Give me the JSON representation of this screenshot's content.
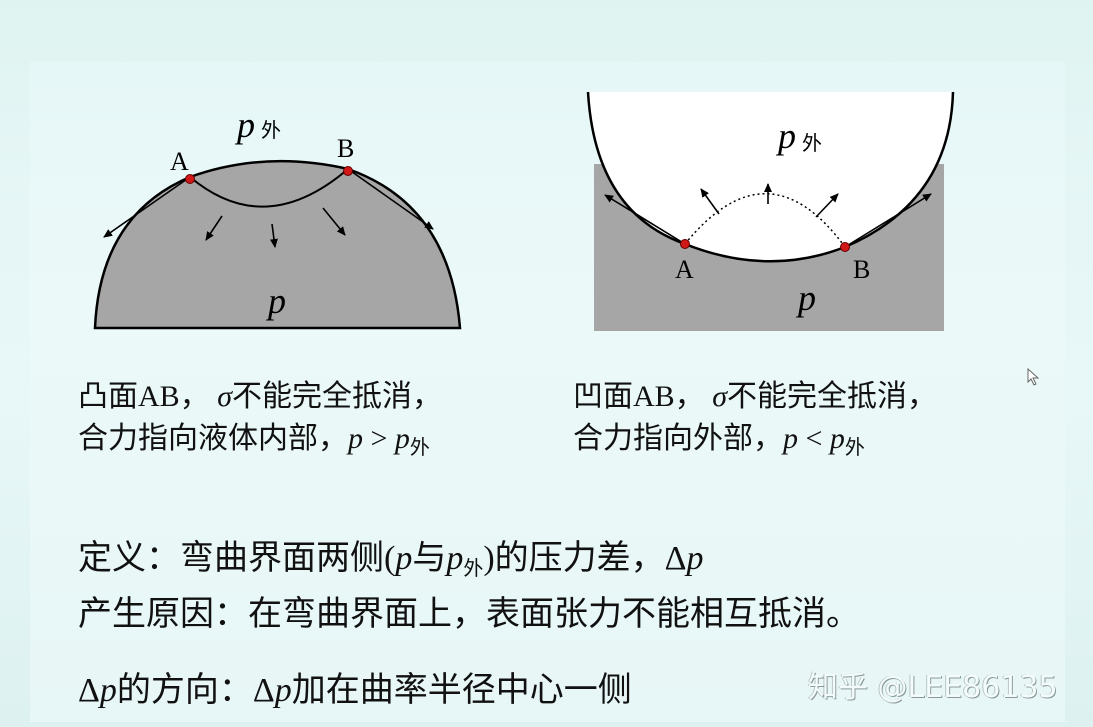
{
  "figures": {
    "convex": {
      "label_p_out": "p",
      "label_p_out_sub": "外",
      "label_A": "A",
      "label_B": "B",
      "label_p": "p",
      "fill_color": "#a6a6a6",
      "point_color": "#d01818"
    },
    "concave": {
      "label_p_out": "p",
      "label_p_out_sub": "外",
      "label_A": "A",
      "label_B": "B",
      "label_p": "p",
      "fill_color": "#a6a6a6",
      "point_color": "#d01818"
    }
  },
  "captions": {
    "left": {
      "line1": "凸面AB，",
      "line1_sigma": "σ",
      "line1_rest": "不能完全抵消，",
      "line2": "合力指向液体内部，",
      "line2_p": "p",
      "line2_op": " > ",
      "line2_pout": "p",
      "line2_pout_sub": "外"
    },
    "right": {
      "line1": "凹面AB，",
      "line1_sigma": "σ",
      "line1_rest": "不能完全抵消，",
      "line2": "合力指向外部，",
      "line2_p": "p",
      "line2_op": " < ",
      "line2_pout": "p",
      "line2_pout_sub": "外"
    }
  },
  "text": {
    "definition_prefix": "定义：弯曲界面两侧(",
    "definition_p": "p",
    "definition_and": "与",
    "definition_pout": "p",
    "definition_pout_sub": "外",
    "definition_suffix": ")的压力差，",
    "definition_delta": "Δ",
    "definition_delta_p": "p",
    "cause": "产生原因：在弯曲界面上，表面张力不能相互抵消。",
    "direction_delta1": "Δ",
    "direction_p1": "p",
    "direction_mid": "的方向：",
    "direction_delta2": "Δ",
    "direction_p2": "p",
    "direction_suffix": "加在曲率半径中心一侧"
  },
  "watermark": "知乎 @LEE86135"
}
